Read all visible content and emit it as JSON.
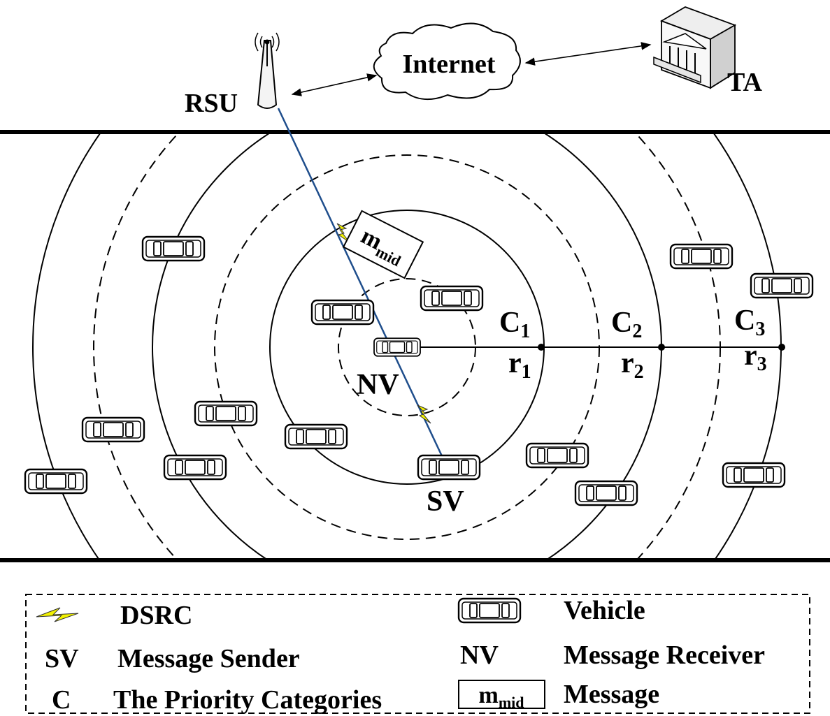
{
  "nodes": {
    "rsu": "RSU",
    "internet": "Internet",
    "ta": "TA",
    "nv": "NV",
    "sv": "SV",
    "message": {
      "base": "m",
      "sub": "mid"
    }
  },
  "rings": [
    {
      "c_base": "C",
      "c_sub": "1",
      "r_base": "r",
      "r_sub": "1"
    },
    {
      "c_base": "C",
      "c_sub": "2",
      "r_base": "r",
      "r_sub": "2"
    },
    {
      "c_base": "C",
      "c_sub": "3",
      "r_base": "r",
      "r_sub": "3"
    }
  ],
  "legend": {
    "dsrc": "DSRC",
    "vehicle": "Vehicle",
    "sv_key": "SV",
    "sv_desc": "Message Sender",
    "nv_key": "NV",
    "nv_desc": "Message Receiver",
    "c_key": "C",
    "c_desc": "The Priority Categories",
    "msg_base": "m",
    "msg_sub": "mid",
    "msg_desc": "Message"
  },
  "colors": {
    "link": "#1f4e8c",
    "dsrc_bolt": "#f2f200"
  }
}
